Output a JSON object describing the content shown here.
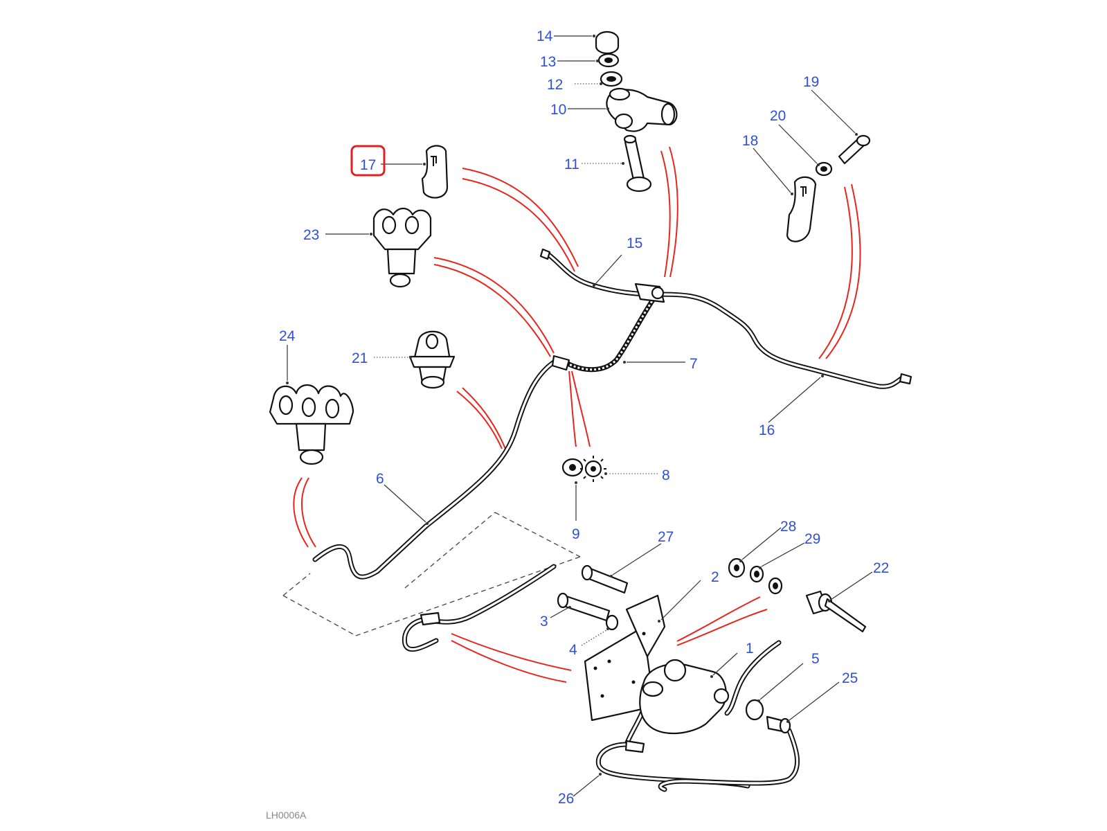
{
  "diagram": {
    "reference_code": "LH0006A",
    "highlight_color": "#e02020",
    "label_color": "#2f4fd8",
    "highlighted_callout": "17",
    "callouts": [
      "1",
      "2",
      "3",
      "4",
      "5",
      "6",
      "7",
      "8",
      "9",
      "10",
      "11",
      "12",
      "13",
      "14",
      "15",
      "16",
      "17",
      "18",
      "19",
      "20",
      "21",
      "22",
      "23",
      "24",
      "25",
      "26",
      "27",
      "28",
      "29"
    ]
  }
}
